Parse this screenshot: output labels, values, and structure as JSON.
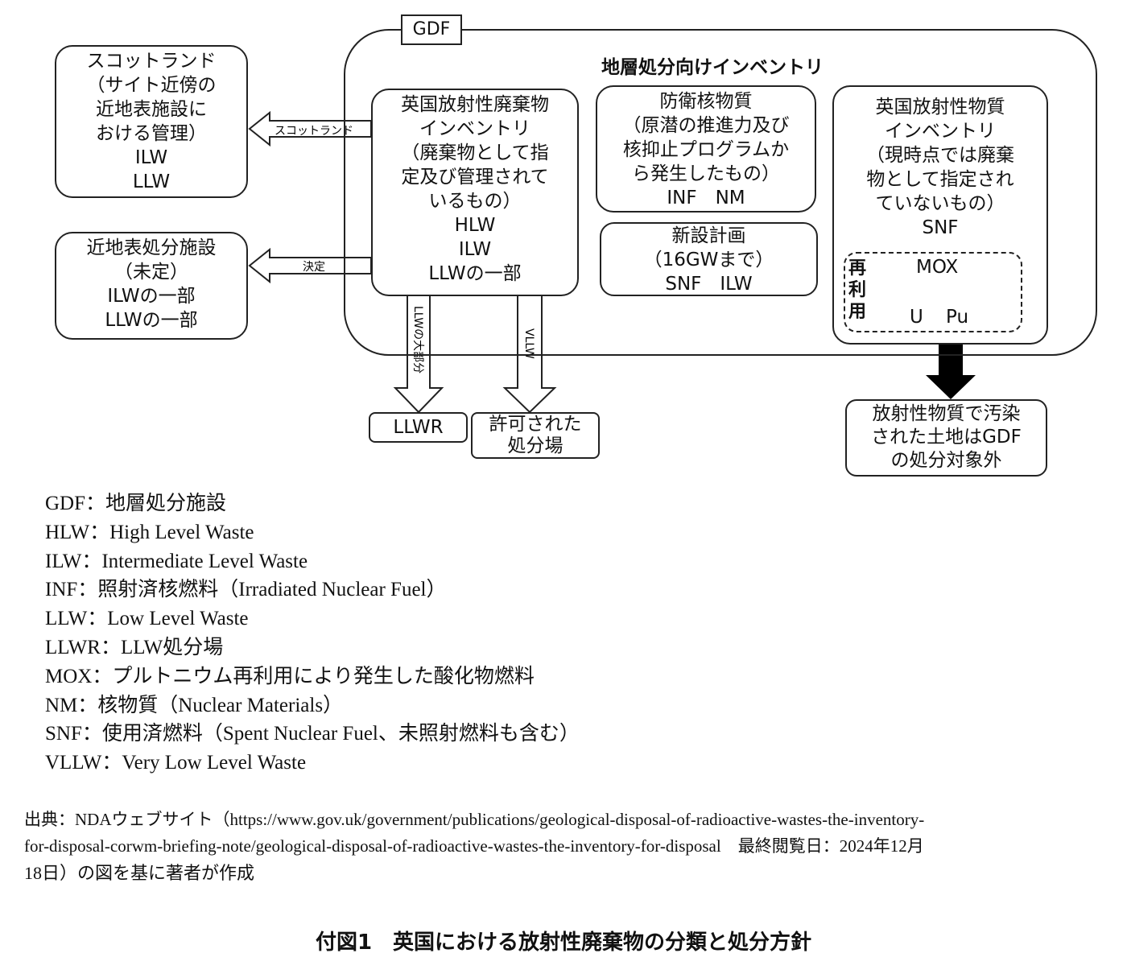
{
  "diagram": {
    "gdf_label": "GDF",
    "inventory_title": "地層処分向けインベントリ",
    "boxes": {
      "scotland": [
        "スコットランド",
        "（サイト近傍の",
        "近地表施設に",
        "おける管理）",
        "ILW",
        "LLW"
      ],
      "near_surface": [
        "近地表処分施設",
        "（未定）",
        "ILWの一部",
        "LLWの一部"
      ],
      "uk_waste_inventory": [
        "英国放射性廃棄物",
        "インベントリ",
        "（廃棄物として指",
        "定及び管理されて",
        "いるもの）",
        "HLW",
        "ILW",
        "LLWの一部"
      ],
      "defence": [
        "防衛核物質",
        "（原潜の推進力及び",
        "核抑止プログラムか",
        "ら発生したもの）",
        "INF　NM"
      ],
      "new_build": [
        "新設計画",
        "（16GWまで）",
        "SNF　ILW"
      ],
      "uk_materials_inventory": [
        "英国放射性物質",
        "インベントリ",
        "（現時点では廃棄",
        "物として指定され",
        "ていないもの）",
        "SNF"
      ],
      "llwr": [
        "LLWR"
      ],
      "permitted_site": [
        "許可された",
        "処分場"
      ],
      "contaminated_land": [
        "放射性物質で汚染",
        "された土地はGDF",
        "の処分対象外"
      ]
    },
    "reuse": {
      "label": [
        "再",
        "利",
        "用"
      ],
      "mox": "MOX",
      "u": "U",
      "pu": "Pu"
    },
    "arrow_labels": {
      "to_scotland": "スコットランド",
      "to_near_surface": "決定",
      "to_llwr": "LLWの大部分",
      "to_permitted": "VLLW"
    }
  },
  "legend": [
    "GDF：地層処分施設",
    "HLW：High Level Waste",
    "ILW：Intermediate Level Waste",
    "INF：照射済核燃料（Irradiated Nuclear Fuel）",
    "LLW：Low Level Waste",
    "LLWR：LLW処分場",
    "MOX：プルトニウム再利用により発生した酸化物燃料",
    "NM：核物質（Nuclear Materials）",
    "SNF：使用済燃料（Spent Nuclear Fuel、未照射燃料も含む）",
    "VLLW：Very Low Level Waste"
  ],
  "source": [
    "出典：NDAウェブサイト（https://www.gov.uk/government/publications/geological-disposal-of-radioactive-wastes-the-inventory-",
    "for-disposal-corwm-briefing-note/geological-disposal-of-radioactive-wastes-the-inventory-for-disposal　最終閲覧日：2024年12月",
    "18日）の図を基に著者が作成"
  ],
  "caption": "付図1　英国における放射性廃棄物の分類と処分方針"
}
